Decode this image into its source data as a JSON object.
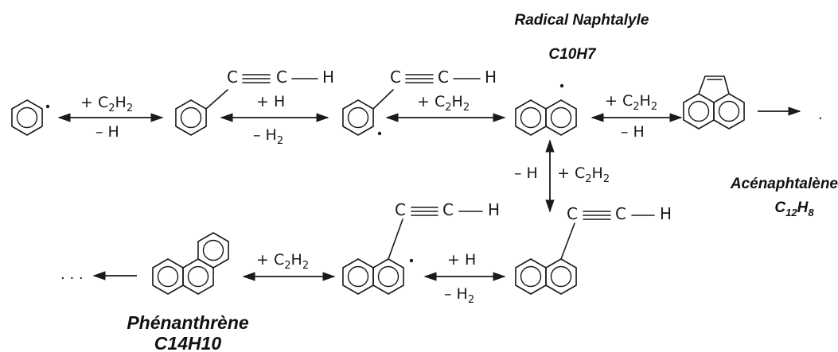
{
  "labels": {
    "radical_name": "Radical Naphtalyle",
    "radical_formula": "C10H7",
    "acenaphtalene_name": "Acénaphtalène",
    "acenaphtalene_formula_c": "C",
    "acenaphtalene_formula_c_sub": "12",
    "acenaphtalene_formula_h": "H",
    "acenaphtalene_formula_h_sub": "8",
    "phenanthrene_name": "Phénanthrène",
    "phenanthrene_formula": "C14H10"
  },
  "reactions": {
    "r1_top": "+ C",
    "r1_top_sub": "2",
    "r1_top_h": "H",
    "r1_top_h_sub": "2",
    "r1_bottom": "– H",
    "r2_top": "+ H",
    "r2_bottom": "– H",
    "r2_bottom_sub": "2",
    "r3_top": "+ C",
    "r3_top_sub": "2",
    "r3_top_h": "H",
    "r3_top_h_sub": "2",
    "r4_top": "+ C",
    "r4_top_sub": "2",
    "r4_top_h": "H",
    "r4_top_h_sub": "2",
    "r4_bottom": "– H",
    "r5_left": "– H",
    "r5_right": "+ C",
    "r5_right_sub": "2",
    "r5_right_h": "H",
    "r5_right_h_sub": "2",
    "r6_top": "+ H",
    "r6_bottom": "– H",
    "r6_bottom_sub": "2",
    "r7_top": "+ C",
    "r7_top_sub": "2",
    "r7_top_h": "H",
    "r7_top_h_sub": "2"
  },
  "atoms": {
    "c": "C",
    "h": "H"
  },
  "ellipsis": "· · ·",
  "trailing_dot": "."
}
